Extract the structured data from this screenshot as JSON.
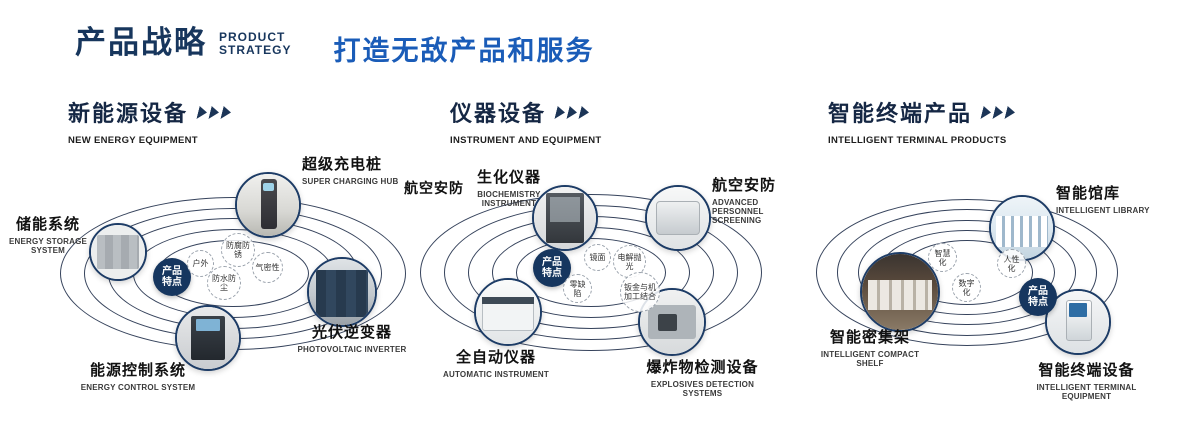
{
  "header": {
    "title": "产品战略",
    "subtitle_line1": "PRODUCT",
    "subtitle_line2": "STRATEGY",
    "tagline": "打造无敌产品和服务"
  },
  "colors": {
    "navy": "#17365d",
    "accent_blue": "#1a5cb8"
  },
  "sections": [
    {
      "title": "新能源设备",
      "subtitle": "NEW ENERGY EQUIPMENT",
      "badge": "产品特点",
      "features": [
        "防腐防锈",
        "户外",
        "气密性",
        "防水防尘"
      ],
      "products": [
        {
          "name": "超级充电桩",
          "en": "SUPER CHARGING HUB"
        },
        {
          "name": "储能系统",
          "en": "ENERGY STORAGE SYSTEM"
        },
        {
          "name": "光伏逆变器",
          "en": "PHOTOVOLTAIC INVERTER"
        },
        {
          "name": "能源控制系统",
          "en": "ENERGY CONTROL SYSTEM"
        }
      ]
    },
    {
      "title": "仪器设备",
      "subtitle": "INSTRUMENT AND EQUIPMENT",
      "badge": "产品特点",
      "side_label": "航空安防",
      "features": [
        "镜面",
        "电解抛光",
        "零缺陷",
        "钣金与机加工结合"
      ],
      "products": [
        {
          "name": "生化仪器",
          "en": "BIOCHEMISTRY INSTRUMENT"
        },
        {
          "name": "航空安防",
          "en": "ADVANCED PERSONNEL SCREENING"
        },
        {
          "name": "全自动仪器",
          "en": "AUTOMATIC INSTRUMENT"
        },
        {
          "name": "爆炸物检测设备",
          "en": "EXPLOSIVES DETECTION SYSTEMS"
        }
      ]
    },
    {
      "title": "智能终端产品",
      "subtitle": "INTELLIGENT TERMINAL PRODUCTS",
      "badge": "产品特点",
      "features": [
        "智慧化",
        "人性化",
        "数字化"
      ],
      "products": [
        {
          "name": "智能馆库",
          "en": "INTELLIGENT LIBRARY"
        },
        {
          "name": "智能密集架",
          "en": "INTELLIGENT COMPACT SHELF"
        },
        {
          "name": "智能终端设备",
          "en": "INTELLIGENT TERMINAL EQUIPMENT"
        }
      ]
    }
  ]
}
